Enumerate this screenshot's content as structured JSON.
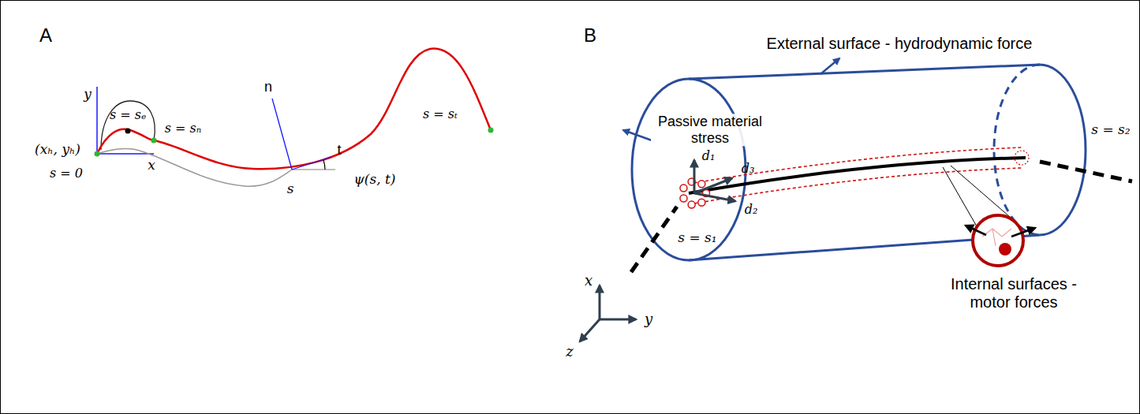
{
  "diagram": {
    "labels": [
      "A",
      "y",
      "s = sₑ",
      "s = sₙ",
      "(xₕ, yₕ)",
      "s = 0",
      "x",
      "n",
      "t",
      "s",
      "ψ(s, t)",
      "s = sₜ",
      "B",
      "External surface - hydrodynamic force",
      "Passive material stress",
      "d₁",
      "d₃",
      "d₂",
      "s = s₁",
      "s = s₂",
      "x",
      "y",
      "z",
      "Internal surfaces - motor forces"
    ]
  }
}
